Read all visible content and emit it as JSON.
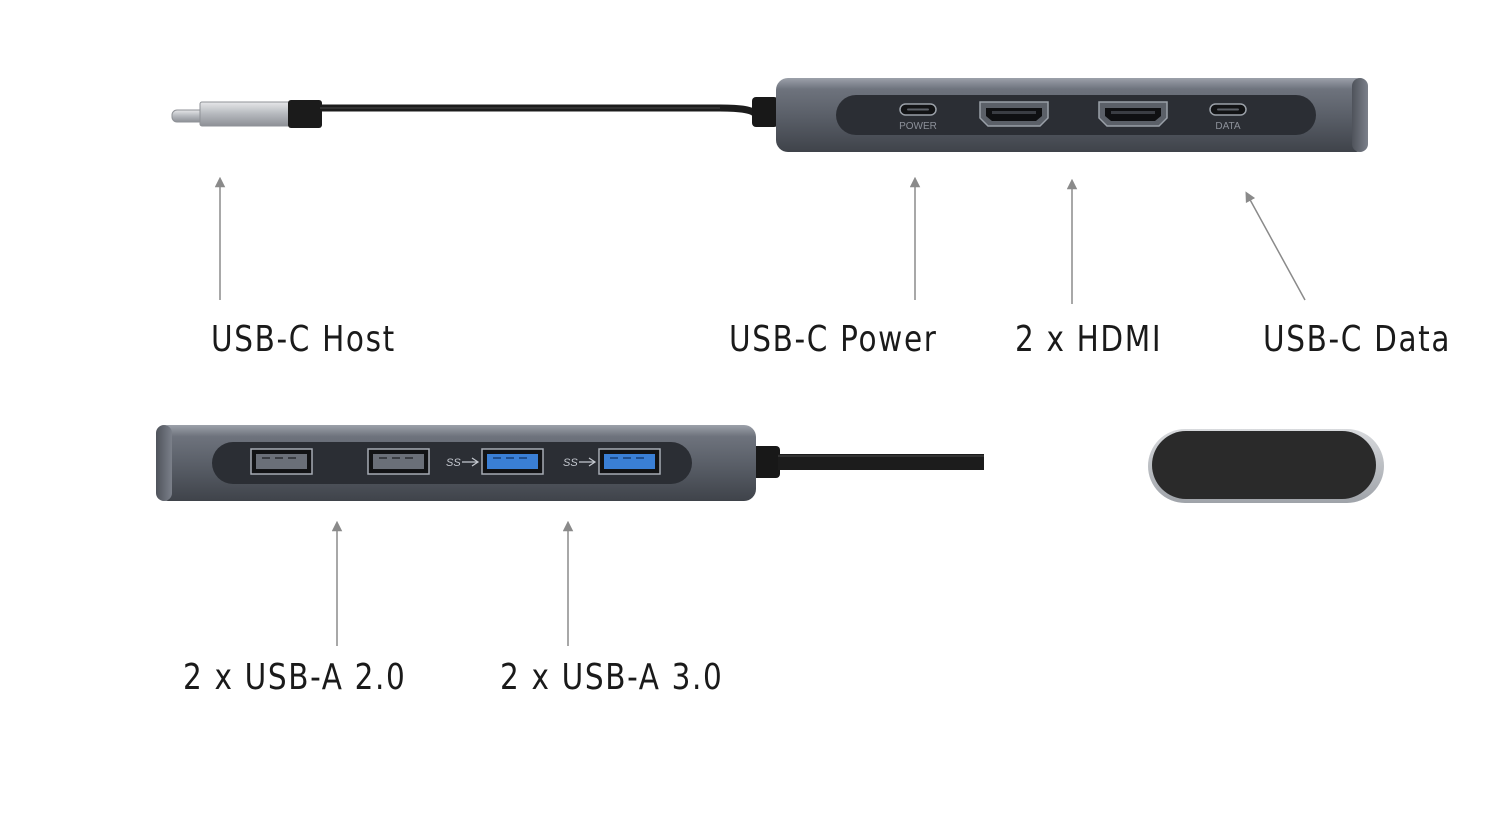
{
  "callouts": {
    "usb_c_host": "USB-C Host",
    "usb_c_power": "USB-C Power",
    "hdmi": "2 x HDMI",
    "usb_c_data": "USB-C Data",
    "usb_a_20": "2 x USB-A 2.0",
    "usb_a_30": "2 x USB-A 3.0"
  },
  "port_labels": {
    "power": "POWER",
    "data": "DATA",
    "superspeed_mark": "SS"
  },
  "colors": {
    "hub_body": "#5d626c",
    "port_panel": "#2b2e34",
    "cable": "#1c1c1c",
    "usb3_blue": "#3a7fd5",
    "arrow": "#8a8a8a",
    "label_text": "#1a1a1a"
  }
}
